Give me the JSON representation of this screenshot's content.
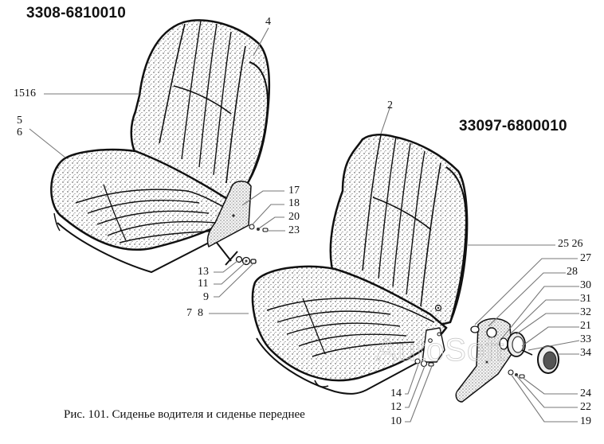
{
  "diagram": {
    "caption": "Рис. 101. Сиденье водителя и сиденье переднее",
    "watermark": "AutoSoft",
    "assemblies": [
      {
        "id": "driver-seat",
        "part_code": "3308-6810010"
      },
      {
        "id": "front-seat",
        "part_code": "33097-6800010"
      }
    ],
    "callouts": {
      "c4": "4",
      "c1516": "1516",
      "c5": "5",
      "c6": "6",
      "c17": "17",
      "c18": "18",
      "c20": "20",
      "c23": "23",
      "c13": "13",
      "c11": "11",
      "c9": "9",
      "c78": "7  8",
      "c2": "2",
      "c2526": "25 26",
      "c27": "27",
      "c28": "28",
      "c30": "30",
      "c31": "31",
      "c32": "32",
      "c21": "21",
      "c33": "33",
      "c34": "34",
      "c24": "24",
      "c22": "22",
      "c19": "19",
      "c14": "14",
      "c12": "12",
      "c10": "10"
    }
  }
}
